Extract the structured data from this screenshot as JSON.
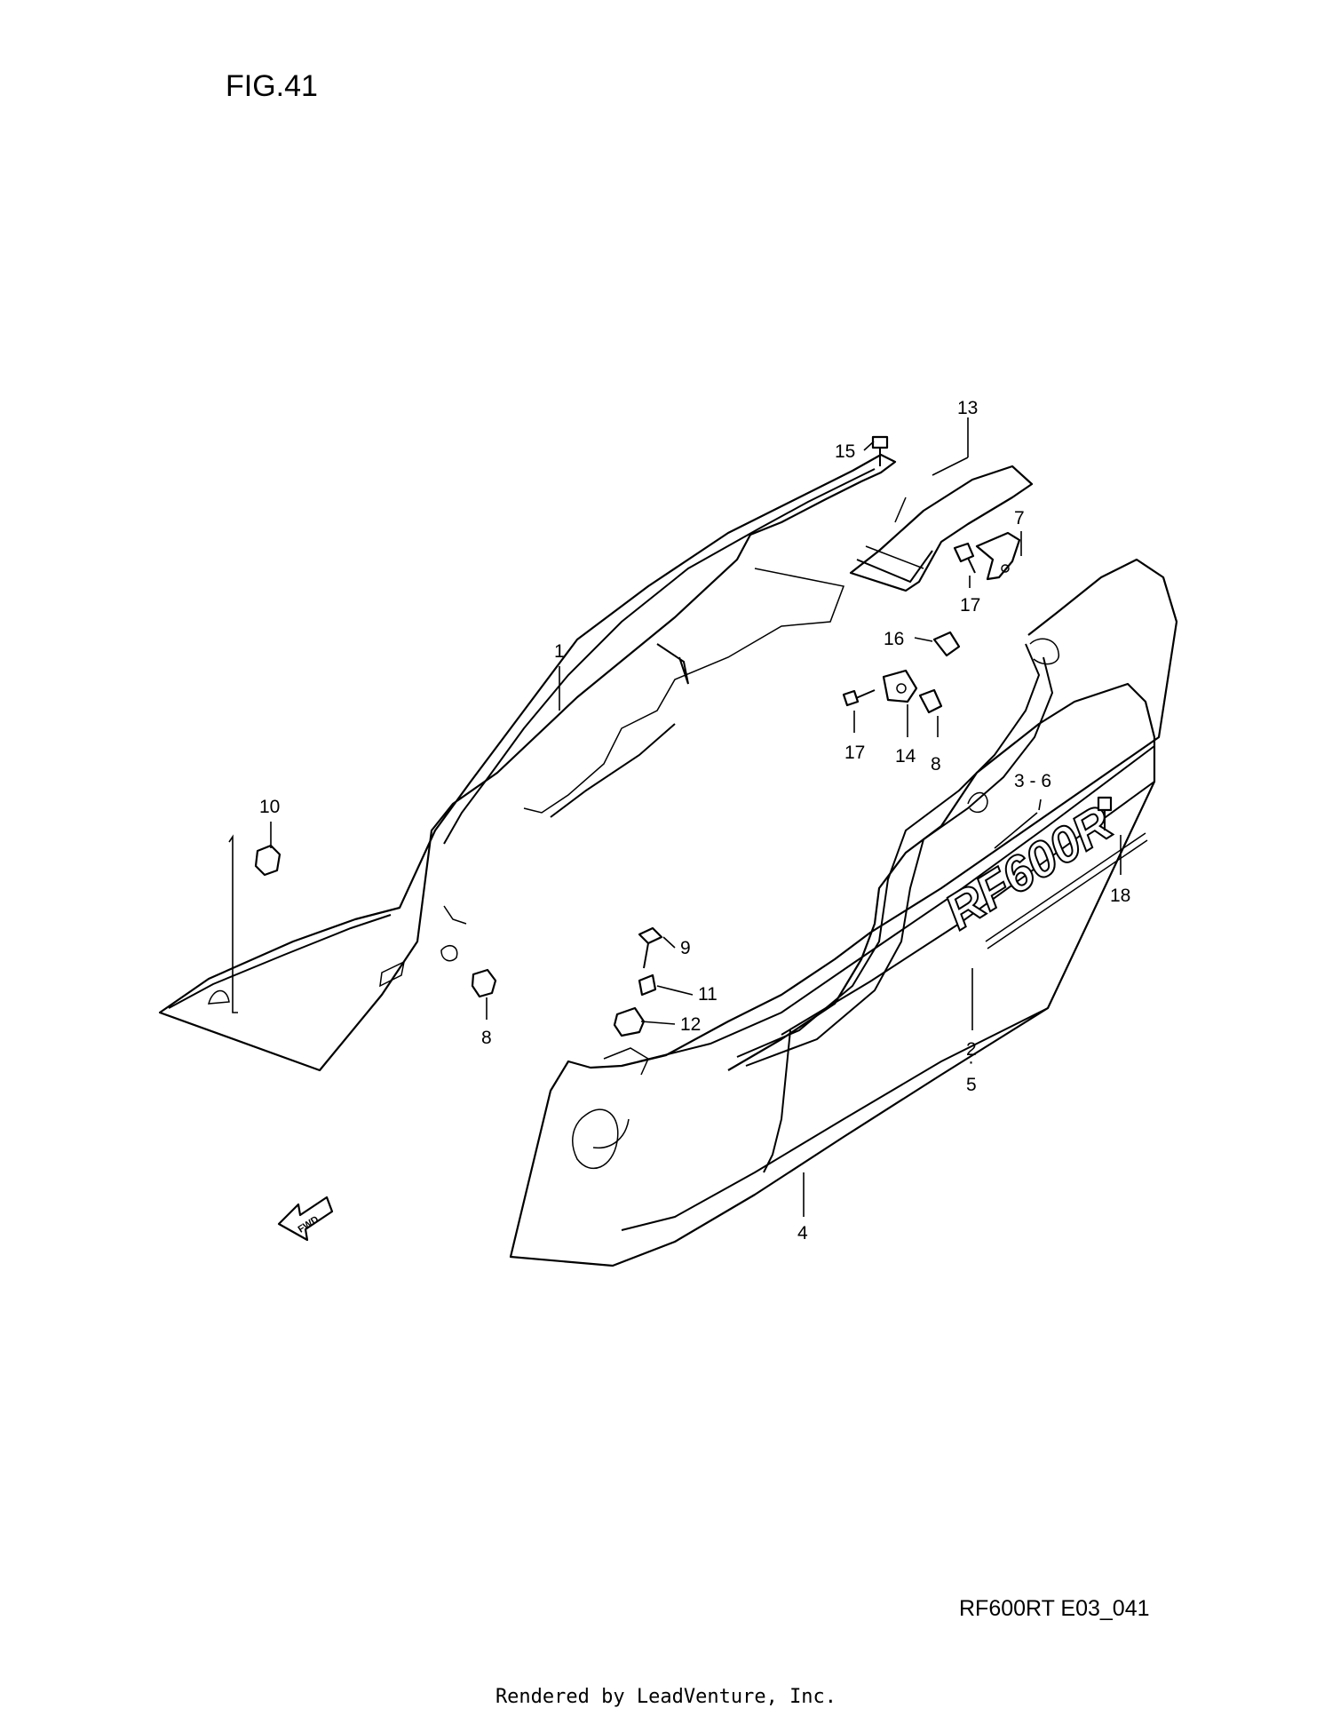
{
  "figure": {
    "title": "FIG.41",
    "model_code": "RF600RT E03_041",
    "render_credit": "Rendered by LeadVenture, Inc.",
    "decal_text": "RF600R",
    "arrow_text": "FWD"
  },
  "callouts": {
    "c1": "1",
    "c2": "2",
    "c_dot_a": "·",
    "c5": "5",
    "c36": "3 - 6",
    "c4": "4",
    "c7": "7",
    "c8a": "8",
    "c8b": "8",
    "c9": "9",
    "c10": "10",
    "c11": "11",
    "c12": "12",
    "c13": "13",
    "c14": "14",
    "c15": "15",
    "c16": "16",
    "c17a": "17",
    "c17b": "17",
    "c18": "18"
  }
}
